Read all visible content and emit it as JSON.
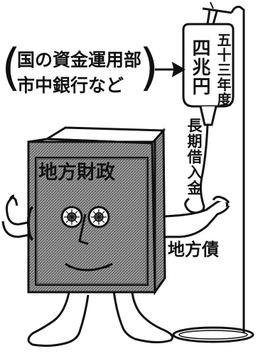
{
  "source_caption": {
    "line1": "国の資金運用部",
    "line2": "市中銀行など",
    "open_paren": "(",
    "close_paren": ")"
  },
  "iv_bag": {
    "fiscal_year": "五十三年度",
    "amount": "四兆円"
  },
  "drip_label": "長期借入金",
  "safe_label": "地方財政",
  "arm_label": "地方債",
  "colors": {
    "ink": "#111111",
    "safe_body": "#8a8a8a",
    "paper": "#ffffff"
  }
}
